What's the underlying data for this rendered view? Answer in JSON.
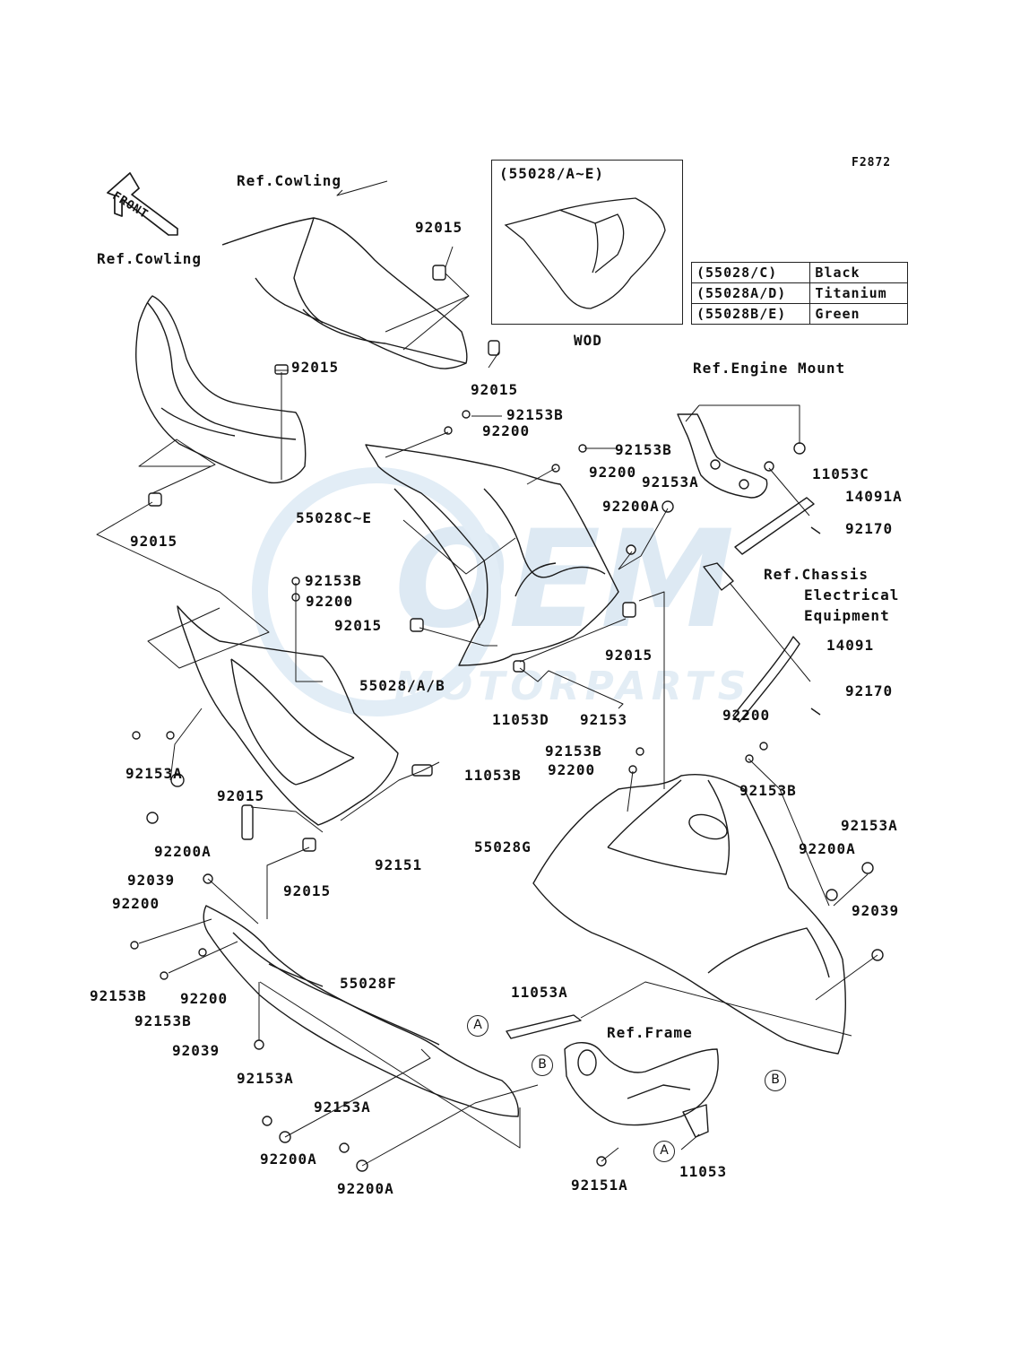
{
  "figure_code": "F2872",
  "front_label": "FRONT",
  "refs": {
    "cowling_upper": "Ref.Cowling",
    "cowling_left": "Ref.Cowling",
    "engine_mount": "Ref.Engine Mount",
    "chassis_1": "Ref.Chassis",
    "chassis_2": "Electrical",
    "chassis_3": "Equipment",
    "frame": "Ref.Frame"
  },
  "inset": {
    "title": "(55028/A~E)",
    "caption": "WOD"
  },
  "color_table": [
    {
      "part": "(55028/C)",
      "color": "Black"
    },
    {
      "part": "(55028A/D)",
      "color": "Titanium"
    },
    {
      "part": "(55028B/E)",
      "color": "Green"
    }
  ],
  "callouts": {
    "a1": "A",
    "a2": "A",
    "b1": "B",
    "b2": "B"
  },
  "parts": {
    "p01": "92015",
    "p02": "92015",
    "p03": "92015",
    "p04": "92015",
    "p05": "92153B",
    "p06": "92200",
    "p07": "92153B",
    "p08": "92200",
    "p09": "92153A",
    "p10": "92200A",
    "p11": "55028C~E",
    "p12": "92153B",
    "p13": "92200",
    "p14": "92015",
    "p15": "55028/A/B",
    "p16": "92015",
    "p17": "11053D",
    "p18": "92153",
    "p19": "11053C",
    "p20": "14091A",
    "p21": "92170",
    "p22": "14091",
    "p23": "92170",
    "p24": "92200",
    "p25": "92153B",
    "p26": "92153B",
    "p27": "92200",
    "p28": "92153A",
    "p29": "92200A",
    "p30": "92015",
    "p31": "11053B",
    "p32": "92151",
    "p33": "92015",
    "p34": "55028G",
    "p35": "92153A",
    "p36": "92200A",
    "p37": "92039",
    "p38": "92039",
    "p39": "92200",
    "p40": "92153B",
    "p41": "92200",
    "p42": "92153B",
    "p43": "55028F",
    "p44": "92039",
    "p45": "11053A",
    "p46": "92153A",
    "p47": "92200A",
    "p48": "92153A",
    "p49": "92200A",
    "p50": "92151A",
    "p51": "11053"
  },
  "watermark": {
    "brand": "OEM",
    "sub": "MOTORPARTS"
  }
}
